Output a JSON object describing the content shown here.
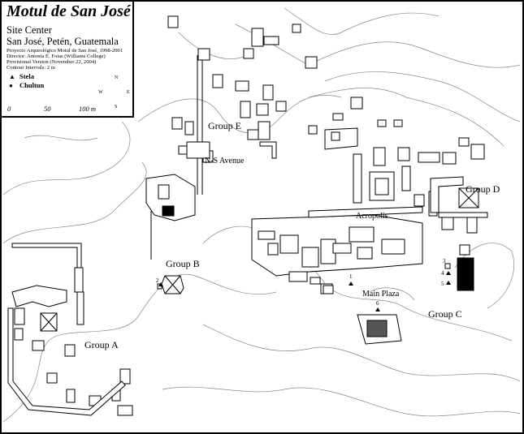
{
  "map": {
    "title": "Motul de San José",
    "subtitle1": "Site Center",
    "subtitle2": "San José, Petén, Guatemala",
    "credits": [
      "Proyecto Arqueológico Motul de San José, 1998-2001",
      "Director: Antonia E. Foias (Williams College)",
      "Provisional Version (November 22, 2004)",
      "Contour Intervals: 2 m"
    ],
    "legend": [
      {
        "symbol": "triangle",
        "label": "Stela"
      },
      {
        "symbol": "dot",
        "label": "Chultun"
      }
    ],
    "compass": {
      "n": "N",
      "s": "S",
      "e": "E",
      "w": "W"
    },
    "scale": {
      "zero": "0",
      "mid": "50",
      "end": "100 m"
    },
    "groups": {
      "group_a": "Group A",
      "group_b": "Group B",
      "group_c": "Group C",
      "group_d": "Group D",
      "group_e": "Group E"
    },
    "features": {
      "ns_avenue": "N-S Avenue",
      "acropolis": "Acropolis",
      "main_plaza": "Main Plaza"
    },
    "stela_numbers": [
      "1",
      "2",
      "3",
      "4",
      "5",
      "6"
    ]
  }
}
